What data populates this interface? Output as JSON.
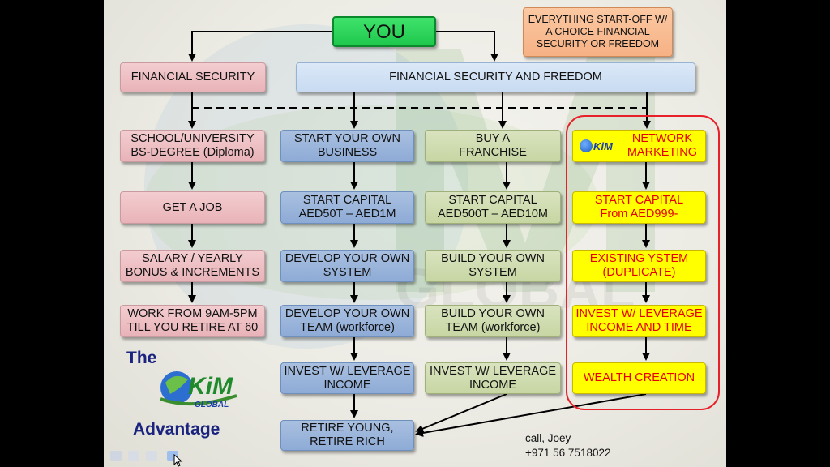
{
  "diagram": {
    "top": {
      "you": "YOU",
      "note": "EVERYTHING START-OFF W/\nA CHOICE FINANCIAL\nSECURITY OR FREEDOM"
    },
    "categories": {
      "security": "FINANCIAL SECURITY",
      "freedom": "FINANCIAL SECURITY AND FREEDOM"
    },
    "col_security": [
      "SCHOOL/UNIVERSITY\nBS-DEGREE (Diploma)",
      "GET A JOB",
      "SALARY / YEARLY\nBONUS & INCREMENTS",
      "WORK FROM 9AM-5PM\nTILL YOU RETIRE AT 60"
    ],
    "col_business": [
      "START YOUR OWN\nBUSINESS",
      "START CAPITAL\nAED50T – AED1M",
      "DEVELOP YOUR OWN\nSYSTEM",
      "DEVELOP YOUR OWN\nTEAM (workforce)",
      "INVEST W/ LEVERAGE\nINCOME"
    ],
    "col_franchise": [
      "BUY A\nFRANCHISE",
      "START CAPITAL\nAED500T – AED10M",
      "BUILD YOUR OWN\nSYSTEM",
      "BUILD YOUR OWN\nTEAM (workforce)",
      "INVEST W/ LEVERAGE\nINCOME"
    ],
    "col_network": [
      "NETWORK\nMARKETING",
      "START CAPITAL\nFrom AED999-",
      "EXISTING YSTEM\n(DUPLICATE)",
      "INVEST W/ LEVERAGE\nINCOME AND TIME",
      "WEALTH CREATION"
    ],
    "final": "RETIRE YOUNG,\nRETIRE RICH"
  },
  "branding": {
    "the": "The",
    "logo_main": "KiM",
    "logo_sub": "GLOBAL",
    "advantage": "Advantage",
    "badge": "KiM"
  },
  "contact": {
    "line1": "call, Joey",
    "line2": "+971 56 7518022"
  },
  "colors": {
    "pink": "#e8b3b8",
    "blue": "#8eabd6",
    "green": "#c7d6a3",
    "yellow": "#ffff00",
    "red_outline": "#e8202a",
    "you_green": "#1fc74d"
  }
}
